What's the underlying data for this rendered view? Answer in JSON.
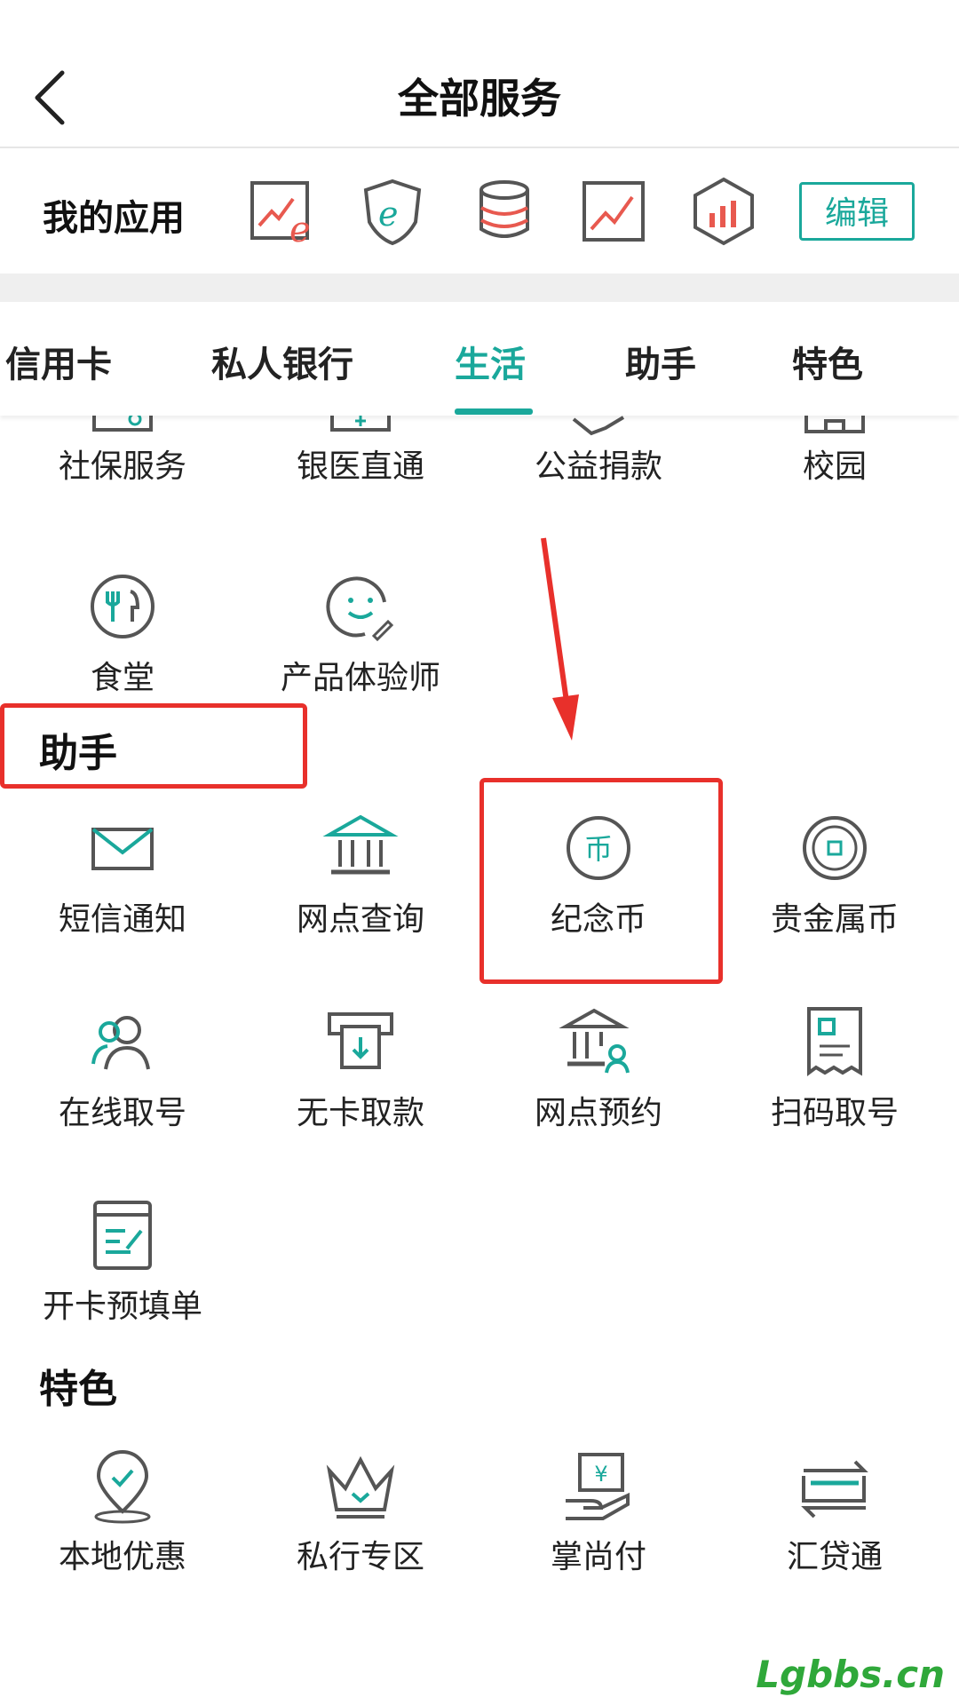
{
  "header": {
    "title": "全部服务"
  },
  "my_apps": {
    "label": "我的应用",
    "edit_label": "编辑"
  },
  "tabs": [
    {
      "label": "信用卡"
    },
    {
      "label": "私人银行"
    },
    {
      "label": "生活",
      "active": true
    },
    {
      "label": "助手"
    },
    {
      "label": "特色"
    }
  ],
  "life_items": [
    {
      "label": "社保服务"
    },
    {
      "label": "银医直通"
    },
    {
      "label": "公益捐款"
    },
    {
      "label": "校园"
    },
    {
      "label": "食堂",
      "icon": "dining-icon"
    },
    {
      "label": "产品体验师",
      "icon": "smile-face-icon"
    }
  ],
  "assistant": {
    "title": "助手",
    "items": [
      {
        "label": "短信通知",
        "icon": "envelope-icon"
      },
      {
        "label": "网点查询",
        "icon": "bank-building-icon"
      },
      {
        "label": "纪念币",
        "icon": "coin-icon",
        "coin_glyph": "币"
      },
      {
        "label": "贵金属币",
        "icon": "precious-coin-icon"
      },
      {
        "label": "在线取号",
        "icon": "users-icon"
      },
      {
        "label": "无卡取款",
        "icon": "atm-withdraw-icon"
      },
      {
        "label": "网点预约",
        "icon": "branch-appointment-icon"
      },
      {
        "label": "扫码取号",
        "icon": "qr-ticket-icon"
      },
      {
        "label": "开卡预填单",
        "icon": "form-fill-icon"
      }
    ]
  },
  "featured": {
    "title": "特色",
    "items": [
      {
        "label": "本地优惠",
        "icon": "location-pin-icon"
      },
      {
        "label": "私行专区",
        "icon": "crown-icon"
      },
      {
        "label": "掌尚付",
        "icon": "hand-pay-icon",
        "yen_glyph": "¥"
      },
      {
        "label": "汇贷通",
        "icon": "card-transfer-icon"
      }
    ]
  },
  "watermark": "Lgbbs.cn",
  "colors": {
    "accent": "#1aa89b",
    "highlight_red": "#e8302b",
    "icon_gray": "#555555"
  }
}
